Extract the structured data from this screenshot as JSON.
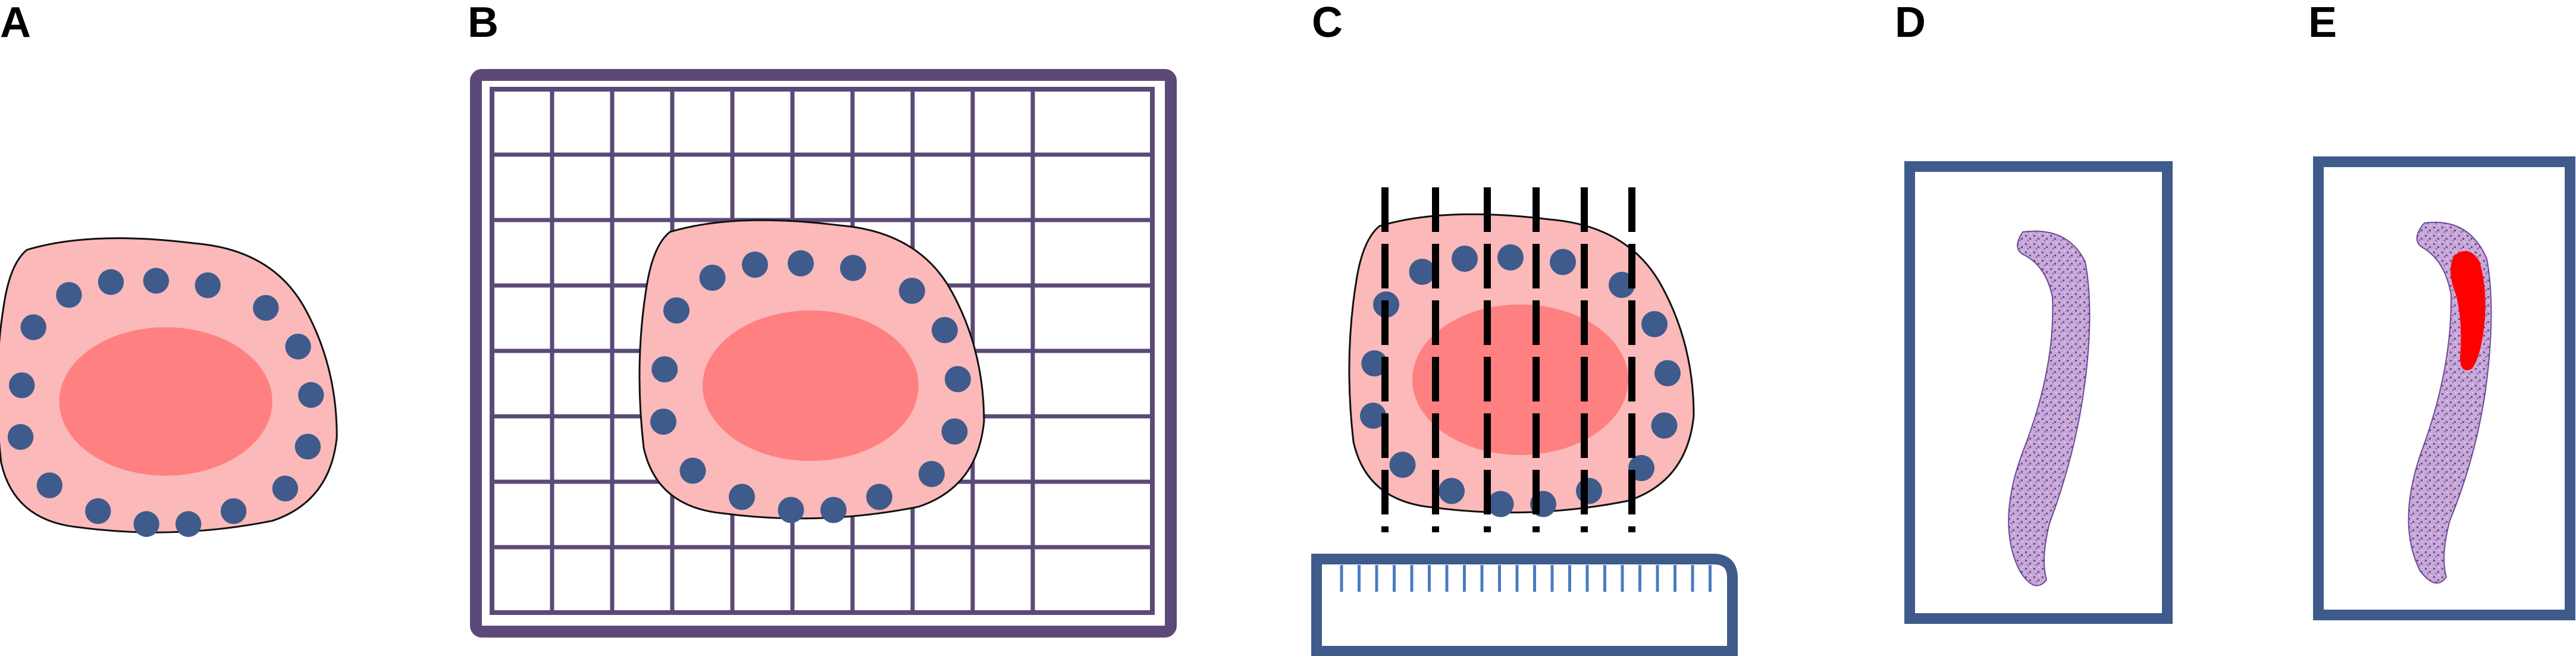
{
  "panels": [
    {
      "label": "A"
    },
    {
      "label": "B"
    },
    {
      "label": "C"
    },
    {
      "label": "D"
    },
    {
      "label": "E"
    }
  ],
  "colors": {
    "tissue_fill": "#fbb9b9",
    "tissue_outline": "#111111",
    "core_fill": "#ff8080",
    "nucleus_fill": "#3e5b8c",
    "grid_frame": "#5b4a78",
    "ruler_stroke": "#3e5b8c",
    "tick_stroke": "#4a7bc0",
    "slice_line": "#000000",
    "slide_frame": "#3e5b8c",
    "section_fill": "#c8a8d6",
    "section_dark": "#6a4a9a",
    "highlight": "#ff0000"
  }
}
